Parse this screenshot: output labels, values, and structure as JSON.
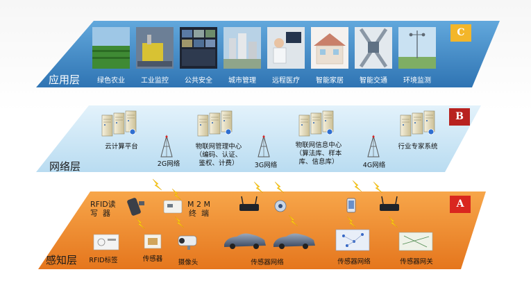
{
  "layers": {
    "application": {
      "badge": "C",
      "name": "应用层",
      "items": [
        "绿色农业",
        "工业监控",
        "公共安全",
        "城市管理",
        "远程医疗",
        "智能家居",
        "智能交通",
        "环境监测"
      ],
      "band_color": "#4a8fc6",
      "badge_color": "#f3b62a"
    },
    "network": {
      "badge": "B",
      "name": "网络层",
      "nodes": [
        "云计算平台",
        "物联网管理中心\n（编码、认证、\n鉴权、计费）",
        "物联网信息中心\n（算法库、样本\n库、信息库）",
        "行业专家系统"
      ],
      "links": [
        "2G网络",
        "3G网络",
        "4G网络"
      ],
      "band_color": "#cfe7f6",
      "badge_color": "#b8221f"
    },
    "perception": {
      "badge": "A",
      "name": "感知层",
      "devices": [
        "RFID读\n写  器",
        "M 2 M\n终  端"
      ],
      "items": [
        "RFID标签",
        "传感器",
        "摄像头",
        "传感器网络",
        "传感器网络",
        "传感器网关"
      ],
      "band_color": "#f08b2c",
      "badge_color": "#d9271f"
    }
  },
  "icon_names": [
    "field-photo",
    "industry-photo",
    "cctv-wall-photo",
    "city-photo",
    "telemedicine-photo",
    "smart-home-photo",
    "traffic-photo",
    "weather-station-photo",
    "server-rack-icon",
    "antenna-tower-icon",
    "lightning-bolt-icon",
    "rfid-reader-icon",
    "m2m-terminal-icon",
    "router-icon",
    "car-icon",
    "camera-icon",
    "tag-icon",
    "sensor-icon",
    "phone-icon",
    "chip-icon",
    "network-map-icon"
  ]
}
